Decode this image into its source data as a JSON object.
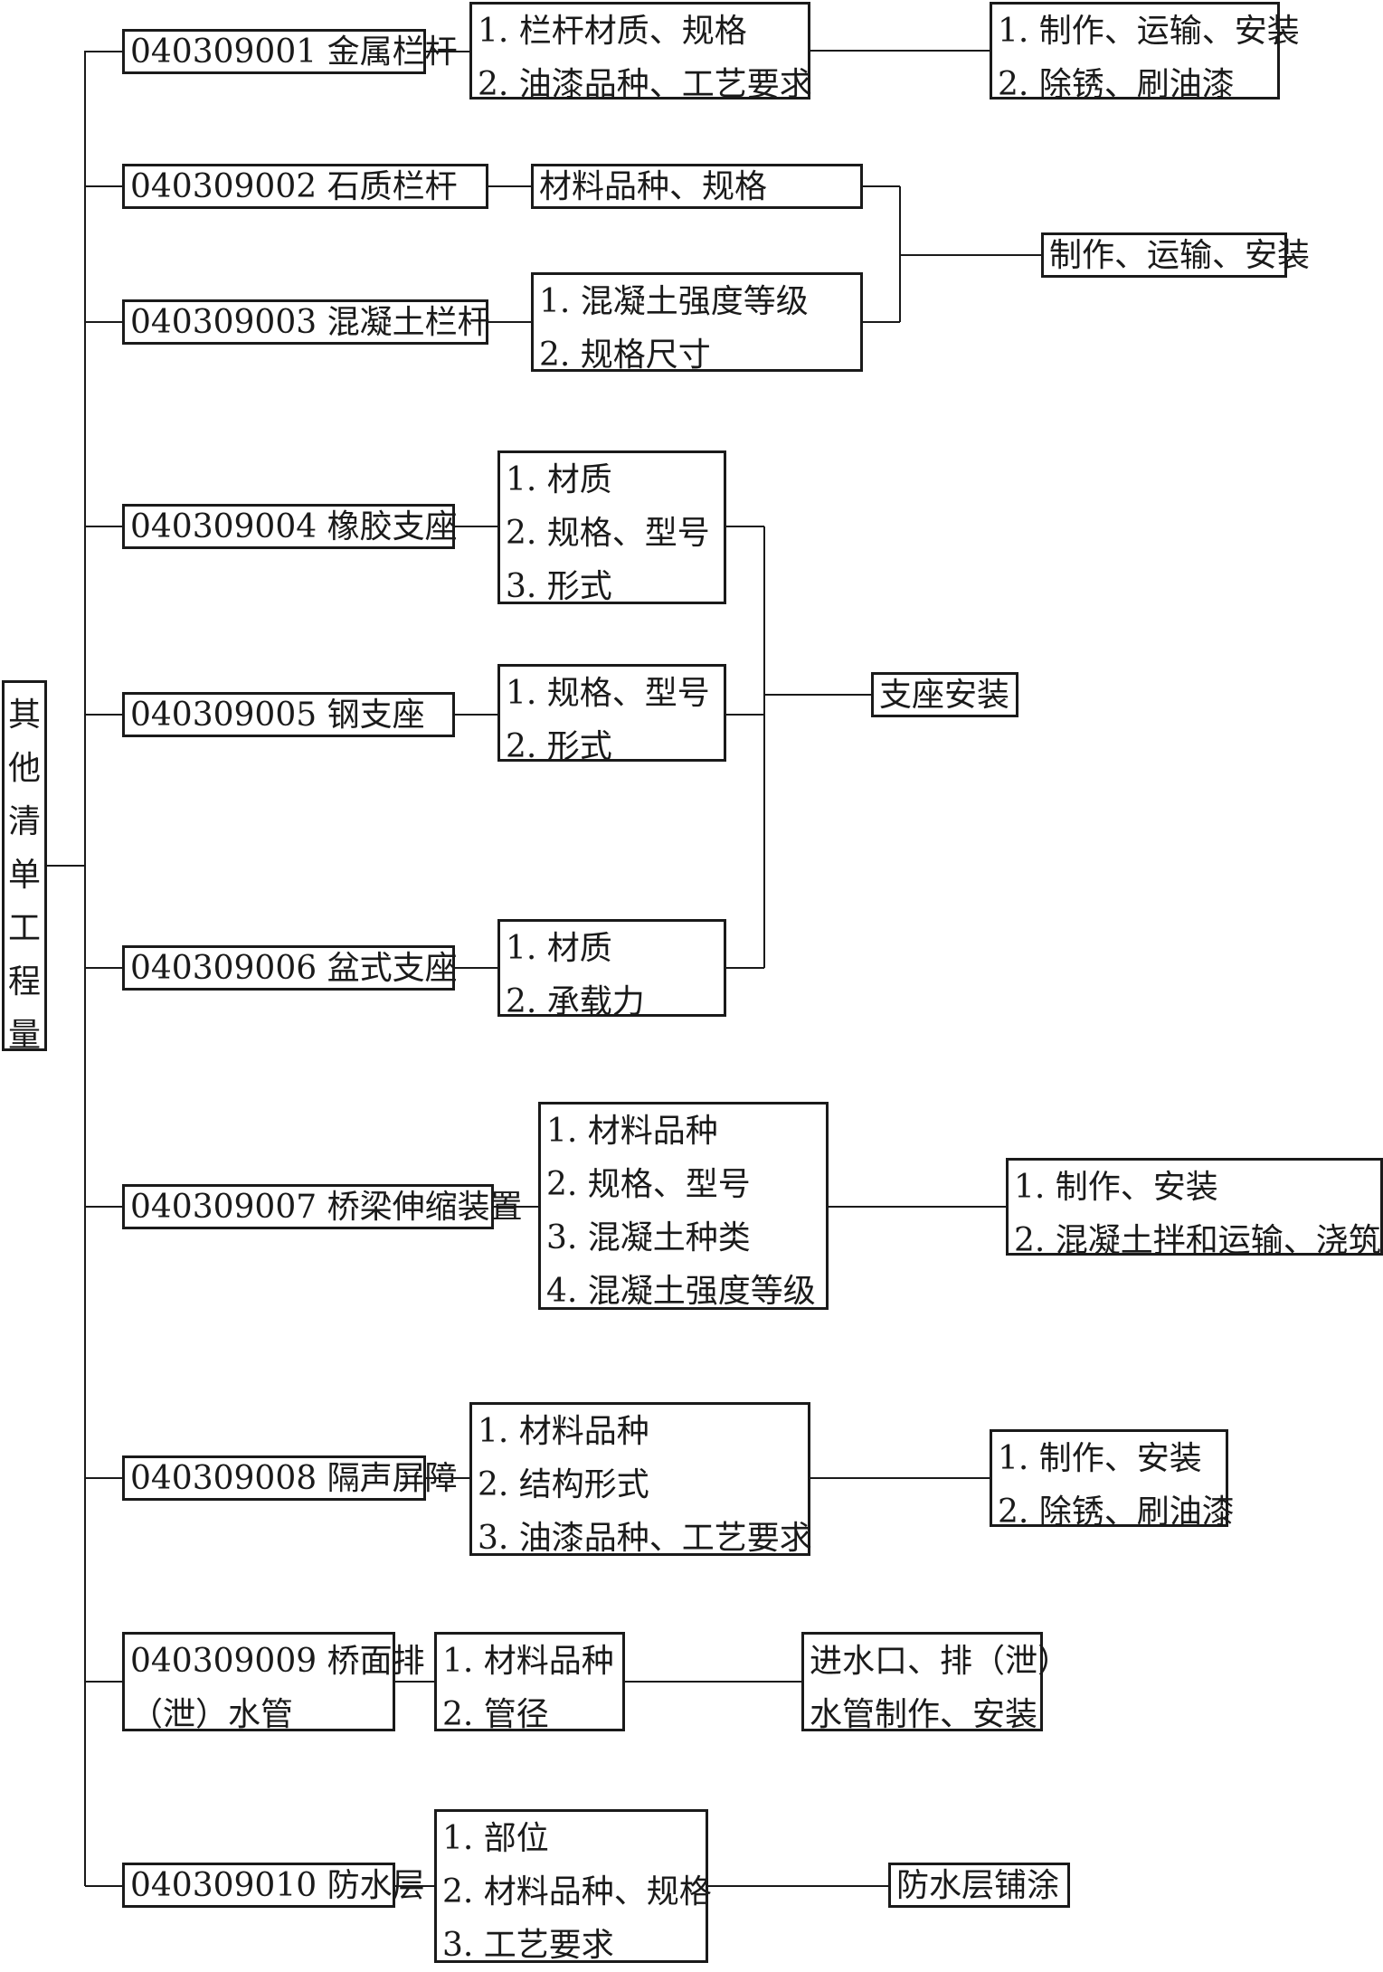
{
  "root": {
    "chars": [
      "其",
      "他",
      "清",
      "单",
      "工",
      "程",
      "量"
    ]
  },
  "items": [
    {
      "code": [
        "040309001 金属栏杆"
      ],
      "features": [
        "1.  栏杆材质、规格",
        "2.  油漆品种、工艺要求"
      ],
      "work": [
        "1.  制作、运输、安装",
        "2.  除锈、刷油漆"
      ]
    },
    {
      "code": [
        "040309002 石质栏杆"
      ],
      "features": [
        "材料品种、规格"
      ]
    },
    {
      "code": [
        "040309003 混凝土栏杆"
      ],
      "features": [
        "1.  混凝土强度等级",
        "2.  规格尺寸"
      ]
    },
    {
      "code": [
        "040309004 橡胶支座"
      ],
      "features": [
        "1.  材质",
        "2.  规格、型号",
        "3.  形式"
      ]
    },
    {
      "code": [
        "040309005 钢支座"
      ],
      "features": [
        "1.  规格、型号",
        "2.  形式"
      ]
    },
    {
      "code": [
        "040309006 盆式支座"
      ],
      "features": [
        "1.  材质",
        "2.  承载力"
      ]
    },
    {
      "code": [
        "040309007 桥梁伸缩装置"
      ],
      "features": [
        "1.  材料品种",
        "2.  规格、型号",
        "3.  混凝土种类",
        "4.  混凝土强度等级"
      ],
      "work": [
        "1.  制作、安装",
        "2.  混凝土拌和运输、浇筑"
      ]
    },
    {
      "code": [
        "040309008 隔声屏障"
      ],
      "features": [
        "1.  材料品种",
        "2.  结构形式",
        "3.  油漆品种、工艺要求"
      ],
      "work": [
        "1.  制作、安装",
        "2.  除锈、刷油漆"
      ]
    },
    {
      "code": [
        "040309009 桥面排",
        "（泄）水管"
      ],
      "features": [
        "1.  材料品种",
        "2.  管径"
      ],
      "work": [
        "进水口、排（泄）",
        "水管制作、安装"
      ]
    },
    {
      "code": [
        "040309010 防水层"
      ],
      "features": [
        "1.  部位",
        "2.  材料品种、规格",
        "3.  工艺要求"
      ],
      "work": [
        "防水层铺涂"
      ]
    }
  ],
  "shared_work": {
    "railing": [
      "制作、运输、安装"
    ],
    "bearing": [
      "支座安装"
    ]
  }
}
